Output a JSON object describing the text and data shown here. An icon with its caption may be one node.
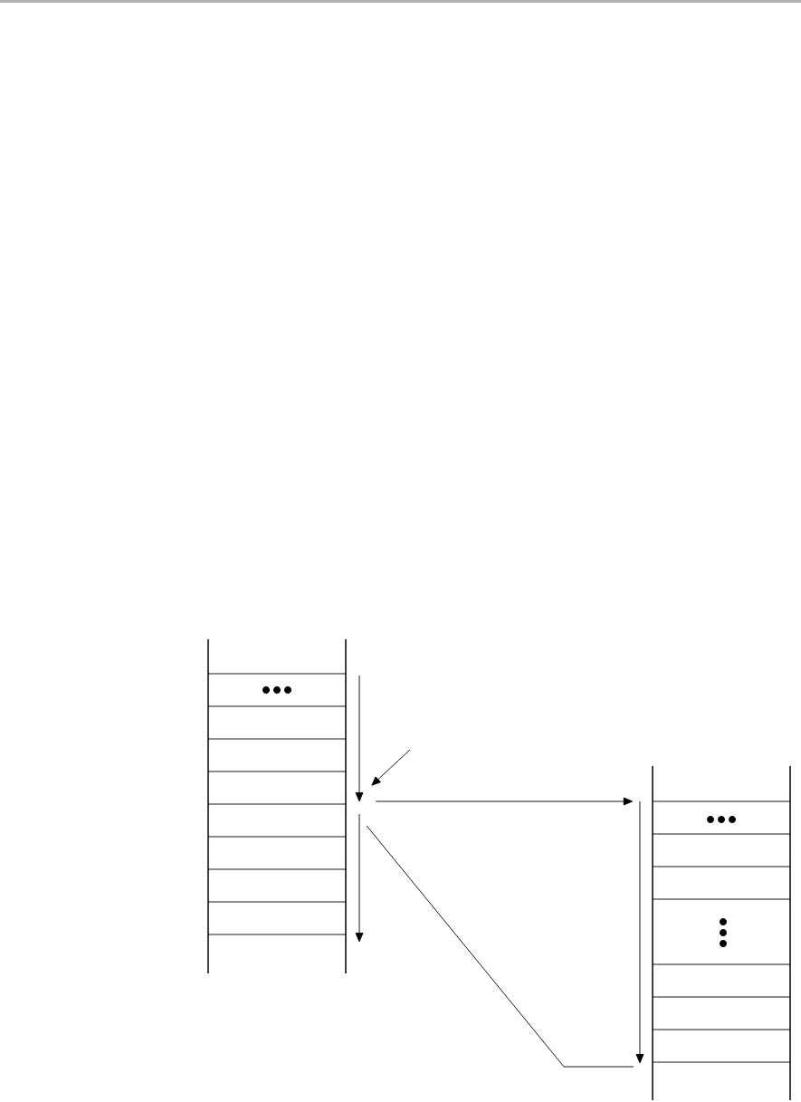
{
  "diagram": {
    "nodes": [
      {
        "text": [],
        "shape": "stack"
      },
      {
        "text": [],
        "shape": "stack"
      }
    ],
    "edges": [
      {
        "from": 0,
        "to": 1,
        "arrow": "to"
      },
      {
        "from": 0,
        "to": 1,
        "arrow": "none"
      }
    ]
  }
}
